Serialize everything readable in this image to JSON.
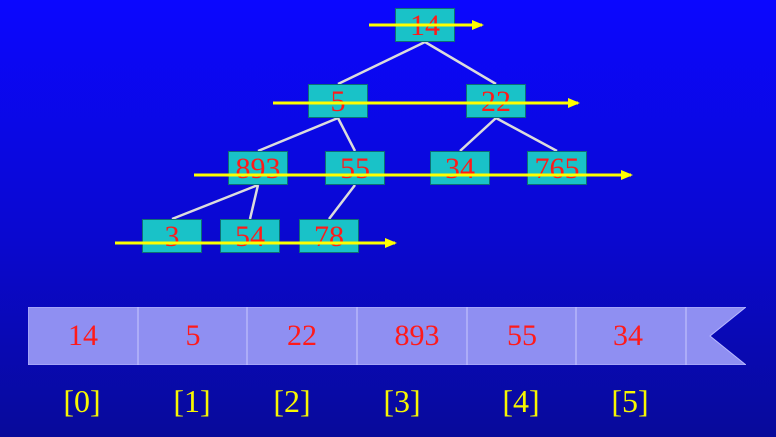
{
  "tree": {
    "nodes": [
      {
        "id": "n0",
        "value": "14"
      },
      {
        "id": "n1",
        "value": "5"
      },
      {
        "id": "n2",
        "value": "22"
      },
      {
        "id": "n3",
        "value": "893"
      },
      {
        "id": "n4",
        "value": "55"
      },
      {
        "id": "n5",
        "value": "34"
      },
      {
        "id": "n6",
        "value": "765"
      },
      {
        "id": "n7",
        "value": "3"
      },
      {
        "id": "n8",
        "value": "54"
      },
      {
        "id": "n9",
        "value": "78"
      }
    ],
    "edges": [
      [
        "n0",
        "n1"
      ],
      [
        "n0",
        "n2"
      ],
      [
        "n1",
        "n3"
      ],
      [
        "n1",
        "n4"
      ],
      [
        "n2",
        "n5"
      ],
      [
        "n2",
        "n6"
      ],
      [
        "n3",
        "n7"
      ],
      [
        "n3",
        "n8"
      ],
      [
        "n4",
        "n9"
      ]
    ],
    "level_arrow_count": 4
  },
  "array": {
    "values": [
      "14",
      "5",
      "22",
      "893",
      "55",
      "34"
    ],
    "indices": [
      "[0]",
      "[1]",
      "[2]",
      "[3]",
      "[4]",
      "[5]"
    ]
  },
  "colors": {
    "node_fill": "#19c2c8",
    "node_text": "#ff1a1a",
    "edge": "#dcdcdc",
    "arrow": "#ffff00",
    "array_fill": "#8f8ff2",
    "index_text": "#f7f700"
  }
}
